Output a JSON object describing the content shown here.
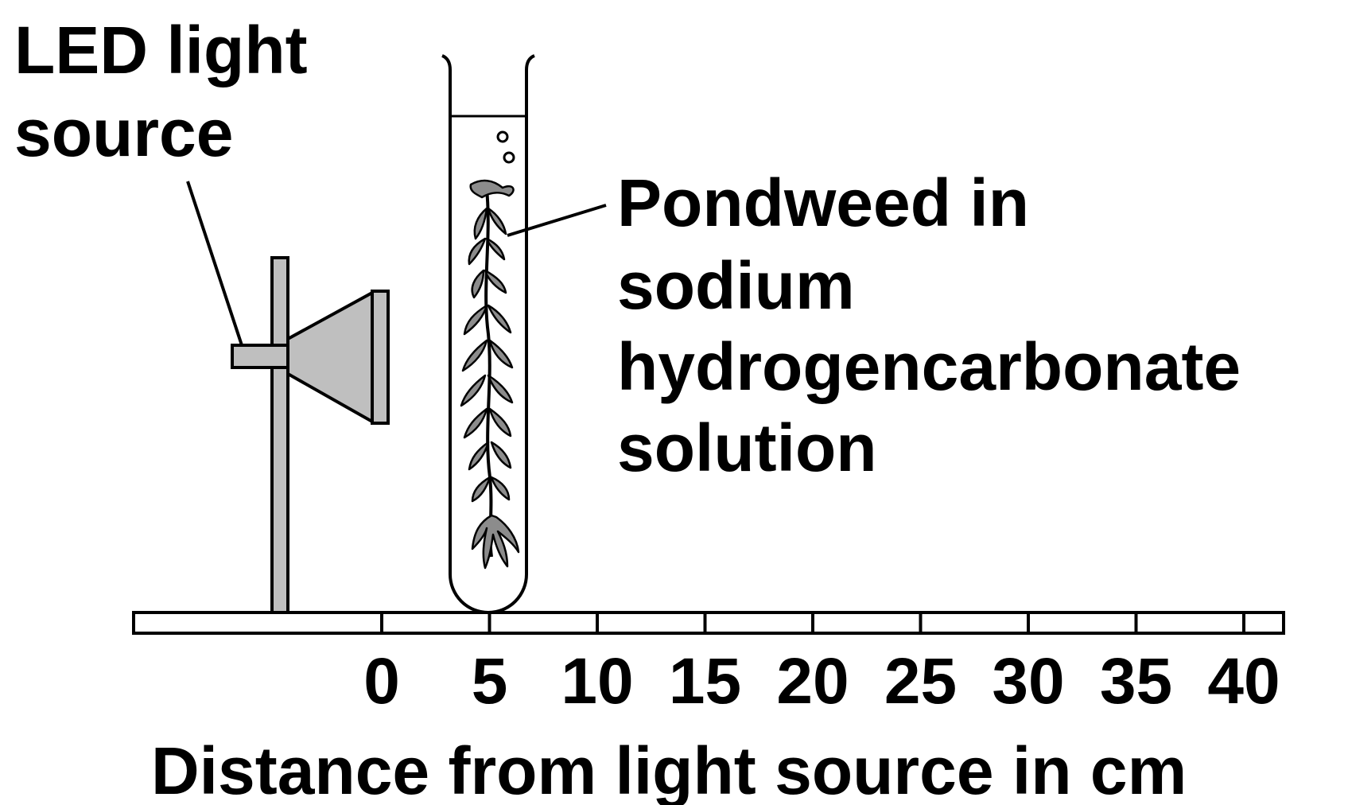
{
  "labels": {
    "led_line1": "LED light",
    "led_line2": "source",
    "pondweed_line1": "Pondweed in",
    "pondweed_line2": "sodium",
    "pondweed_line3": "hydrogencarbonate",
    "pondweed_line4": "solution"
  },
  "ruler": {
    "ticks": [
      "0",
      "5",
      "10",
      "15",
      "20",
      "25",
      "30",
      "35",
      "40"
    ],
    "axis_title": "Distance from light source in cm"
  },
  "colors": {
    "line": "#000000",
    "fill_gray": "#bfbfbf",
    "plant_gray": "#8c8c8c",
    "background": "#ffffff"
  }
}
